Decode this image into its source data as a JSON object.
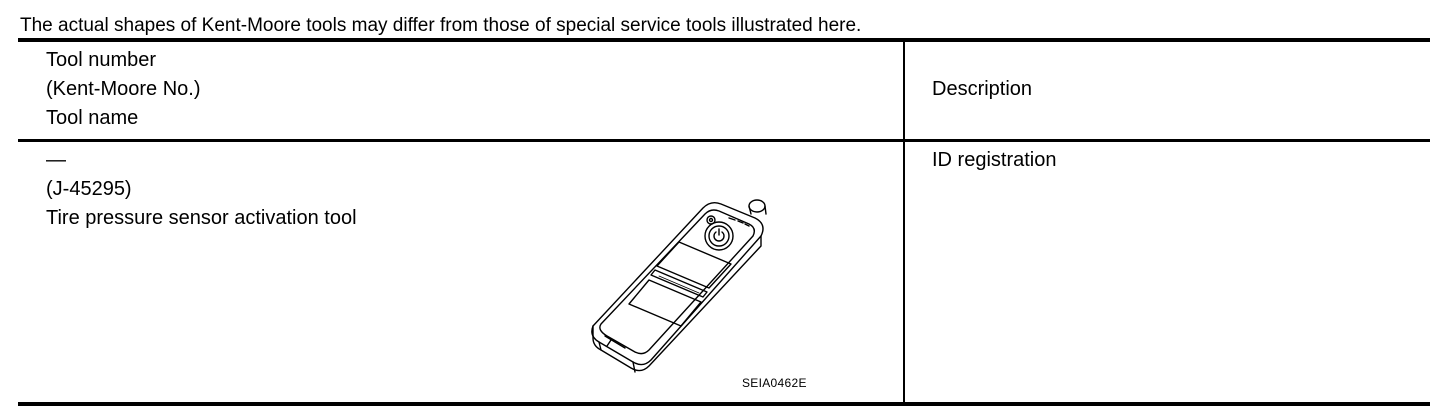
{
  "note": "The actual shapes of Kent-Moore tools may differ from those of special service tools illustrated here.",
  "table": {
    "header": {
      "tool_lines": [
        "Tool number",
        "(Kent-Moore No.)",
        "Tool name"
      ],
      "description": "Description"
    },
    "rows": [
      {
        "tool_number": "—",
        "kent_moore_no": "(J-45295)",
        "tool_name": "Tire pressure sensor activation tool",
        "description": "ID registration",
        "figure_code": "SEIA0462E",
        "figure_icon": "tire-pressure-sensor-activation-tool-illustration"
      }
    ]
  }
}
